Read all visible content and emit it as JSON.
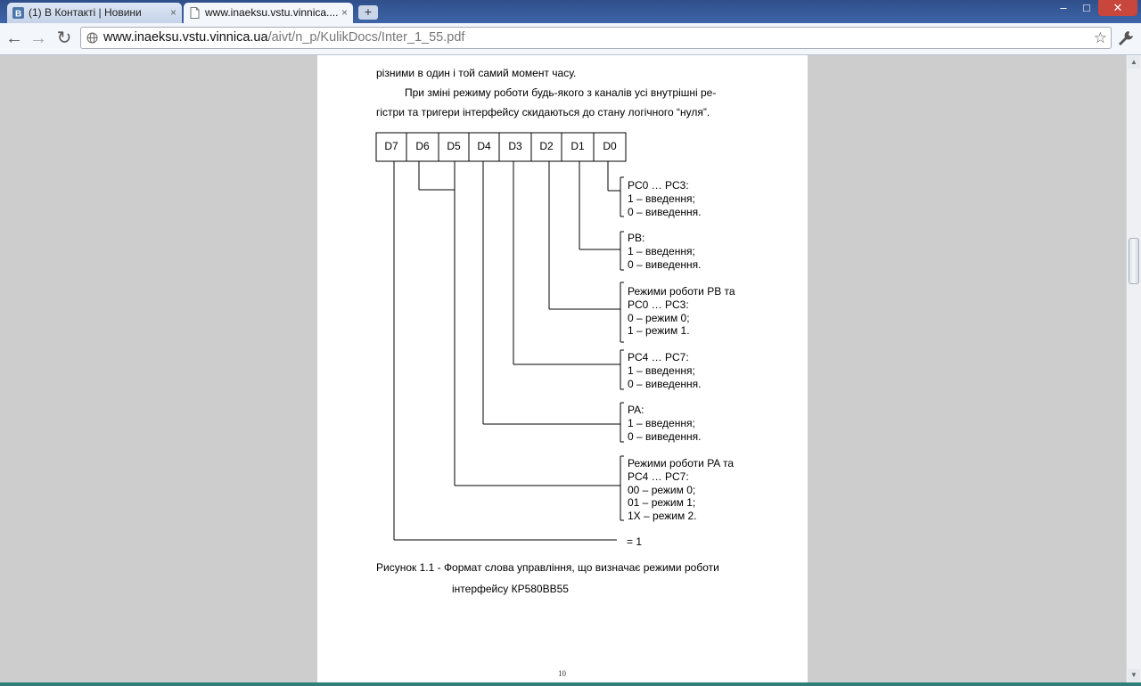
{
  "browser": {
    "tabs": [
      {
        "title": "(1) В Контакті | Новини",
        "favicon": "vk-icon"
      },
      {
        "title": "www.inaeksu.vstu.vinnica....",
        "favicon": "page-icon"
      }
    ],
    "close_glyph": "×",
    "new_tab_glyph": "+",
    "url_host": "www.inaeksu.vstu.vinnica.ua",
    "url_path": "/aivt/n_p/KulikDocs/Inter_1_55.pdf",
    "window_buttons": {
      "minimize": "–",
      "maximize": "□",
      "close": "✕"
    },
    "accent_colors": {
      "tabstrip": "#3d65a8",
      "close": "#c8463b",
      "bottom_bar": "#2d7f7a"
    }
  },
  "document": {
    "lines": [
      "різними в один і той самий момент часу.",
      "При зміні режиму роботи будь-якого з каналів усі внутрішні ре-",
      "гістри та тригери інтерфейсу скидаються до стану логічного “нуля”."
    ],
    "bits": [
      "D7",
      "D6",
      "D5",
      "D4",
      "D3",
      "D2",
      "D1",
      "D0"
    ],
    "groups": [
      {
        "lines": [
          "PC0 … PC3:",
          "1 – введення;",
          "0 – виведення."
        ]
      },
      {
        "lines": [
          "PB:",
          "1 – введення;",
          "0 – виведення."
        ]
      },
      {
        "lines": [
          "Режими роботи PB та",
          "PC0 … PC3:",
          "0 – режим 0;",
          "1 – режим 1."
        ]
      },
      {
        "lines": [
          "PC4 … PC7:",
          "1 – введення;",
          "0 – виведення."
        ]
      },
      {
        "lines": [
          "PA:",
          "1 – введення;",
          "0 – виведення."
        ]
      },
      {
        "lines": [
          "Режими роботи PA та",
          "PC4 … PC7:",
          "00 – режим 0;",
          "01 – режим 1;",
          "1X – режим 2."
        ]
      }
    ],
    "d7_label": "= 1",
    "caption_line1": "Рисунок 1.1 - Формат слова управління, що визначає режими роботи",
    "caption_line2": "інтерфейсу КР580ВВ55",
    "page_number": "10"
  }
}
